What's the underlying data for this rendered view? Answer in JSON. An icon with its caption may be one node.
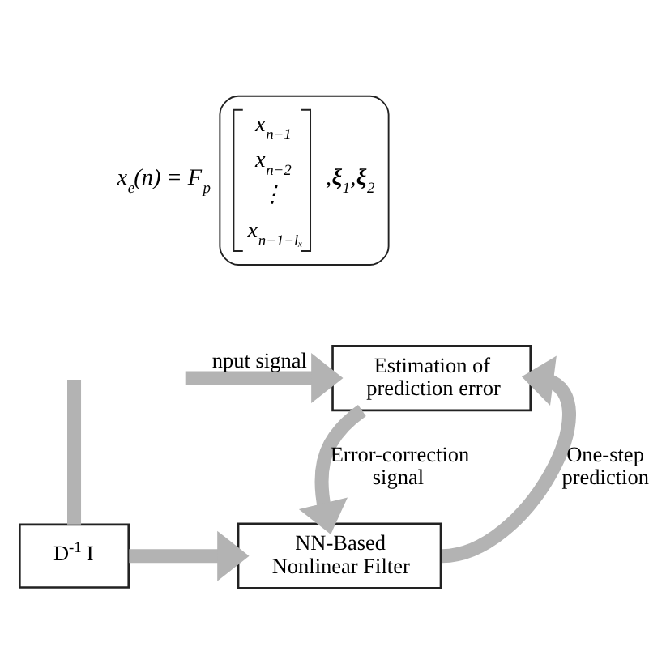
{
  "diagram": {
    "nodes": [
      {
        "text": [
          "Estimation of prediction error"
        ]
      },
      {
        "text": [
          "D$^{-1}$ I"
        ]
      },
      {
        "text": [
          "NN-Based Nonlinear Filter"
        ]
      }
    ],
    "edges": [
      {
        "from": null,
        "to": 0,
        "arrow": "to",
        "label": "nput signal"
      },
      {
        "from": null,
        "to": 1,
        "arrow": "none"
      },
      {
        "from": 1,
        "to": 2,
        "arrow": "to"
      },
      {
        "from": 0,
        "to": 2,
        "arrow": "to",
        "label": "Error-correction signal"
      },
      {
        "from": 2,
        "to": 0,
        "arrow": "to",
        "label": "One-step prediction"
      }
    ],
    "labels": [
      "x$_{e}$(n) = F$_{p}$",
      "x$_{n−1}$",
      "x$_{n−2}$",
      "⋮",
      "x$_{n−1−lₓ}$",
      ",**ξ**$_{1}$,**ξ**$_{2}$"
    ]
  }
}
